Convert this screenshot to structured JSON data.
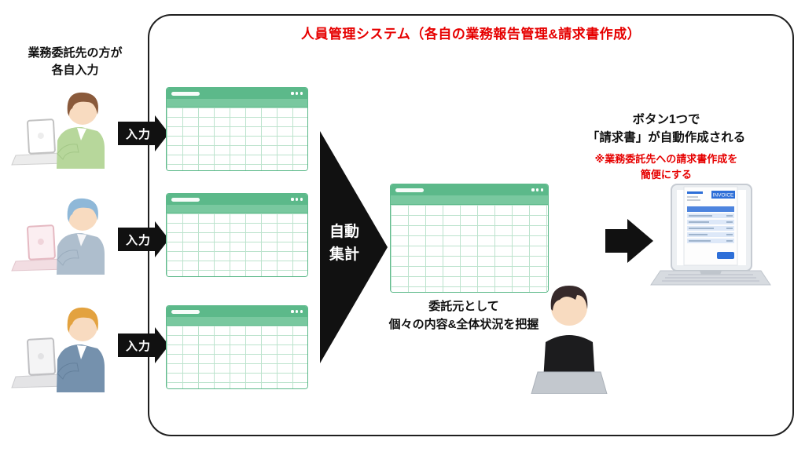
{
  "title": "人員管理システム（各自の業務報告管理&請求書作成）",
  "captions": {
    "left": {
      "line1": "業務委託先の方が",
      "line2": "各自入力"
    },
    "center": {
      "line1": "委託元として",
      "line2": "個々の内容&全体状況を把握"
    },
    "invoice": {
      "line1": "ボタン1つで",
      "line2": "「請求書」が自動作成される"
    },
    "invoice_note": {
      "line1": "※業務委託先への請求書作成を",
      "line2": "簡便にする"
    }
  },
  "labels": {
    "input_arrow": "入力",
    "aggregate_line1": "自動",
    "aggregate_line2": "集計",
    "invoice_title": "INVOICE"
  },
  "colors": {
    "accent_red": "#e60000",
    "sheet_green": "#5cb98a",
    "sheet_header_green": "#79c89f",
    "sheet_grid_green": "#bce3cd",
    "arrow_black": "#111111"
  }
}
